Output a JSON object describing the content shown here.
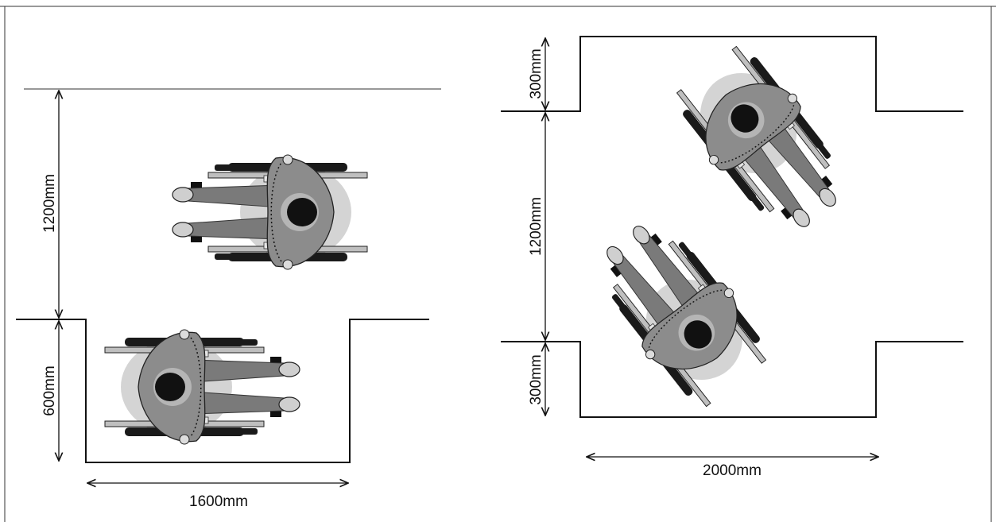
{
  "left_panel": {
    "dim_1200": "1200mm",
    "dim_600": "600mm",
    "dim_1600": "1600mm"
  },
  "right_panel": {
    "dim_300_top": "300mm",
    "dim_1200": "1200mm",
    "dim_300_bottom": "300mm",
    "dim_2000": "2000mm"
  },
  "colors": {
    "body": "#8c8c8c",
    "limb": "#7a7a7a",
    "head": "#111111",
    "wheel": "#1a1a1a",
    "frame": "#bfbfbf",
    "shadow": "#cfcfcf",
    "line": "#111111"
  }
}
